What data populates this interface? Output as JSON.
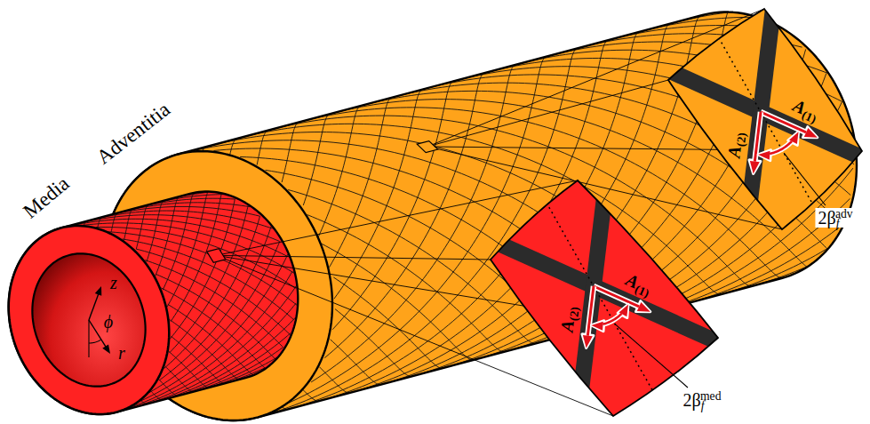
{
  "diagram": {
    "labels": [
      "Media",
      "Adventitia",
      "z",
      "ϕ",
      "r",
      "A(1)",
      "A(2)",
      "2βfadv",
      "A(1)",
      "A(2)",
      "2βfmed"
    ]
  }
}
